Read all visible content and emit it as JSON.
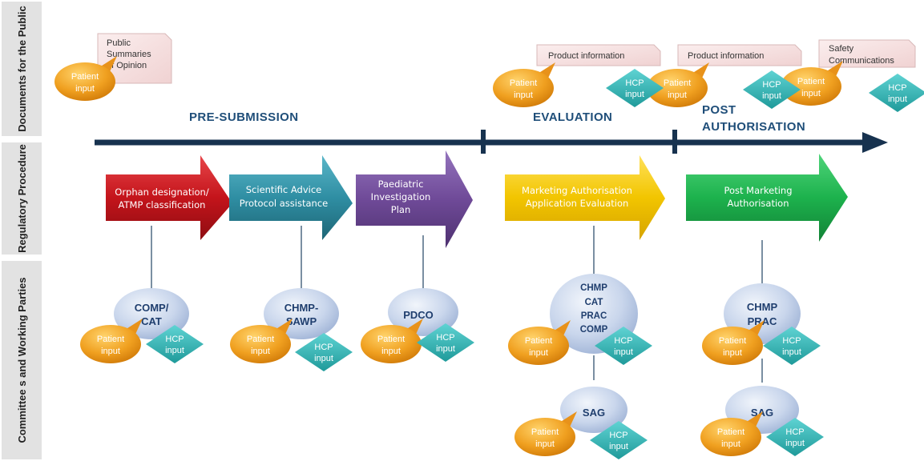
{
  "colors": {
    "timeline": "#17324f",
    "orphan": "#c4141b",
    "scientific": "#2f8ea3",
    "paediatric": "#6f4a98",
    "marketing": "#f2c500",
    "post": "#1db24d",
    "committee": "#c9d6ec",
    "patient": "#f0a020",
    "hcp": "#2eb5b5",
    "document": "#f5dede"
  },
  "rows": {
    "documents": "Documents for the Public",
    "regulatory": "Regulatory Procedure",
    "committees": "Committee s and Working Parties"
  },
  "phases": {
    "pre": "PRE-SUBMISSION",
    "evaluation": "EVALUATION",
    "post_line1": "POST",
    "post_line2": "AUTHORISATION"
  },
  "procedures": [
    {
      "lines": [
        "Orphan designation/",
        "ATMP classification"
      ],
      "icon": "red-arrow"
    },
    {
      "lines": [
        "Scientific Advice",
        "Protocol assistance"
      ],
      "icon": "teal-arrow"
    },
    {
      "lines": [
        "Paediatric",
        "Investigation",
        "Plan"
      ],
      "icon": "purple-arrow"
    },
    {
      "lines": [
        "Marketing Authorisation",
        "Application Evaluation"
      ],
      "icon": "yellow-arrow"
    },
    {
      "lines": [
        "Post Marketing",
        "Authorisation"
      ],
      "icon": "green-arrow"
    }
  ],
  "committees": [
    [
      "COMP/",
      "CAT"
    ],
    [
      "CHMP-",
      "SAWP"
    ],
    [
      "PDCO"
    ],
    [
      "CHMP",
      "CAT",
      "PRAC",
      "COMP"
    ],
    [
      "CHMP",
      "PRAC"
    ],
    [
      "SAG"
    ],
    [
      "SAG"
    ]
  ],
  "documents": [
    [
      "Public",
      "Summaries",
      "of Opinion"
    ],
    [
      "Product information"
    ],
    [
      "Product information"
    ],
    [
      "Safety",
      "Communications"
    ]
  ],
  "patient": [
    "Patient",
    "input"
  ],
  "hcp": [
    "HCP",
    "input"
  ]
}
